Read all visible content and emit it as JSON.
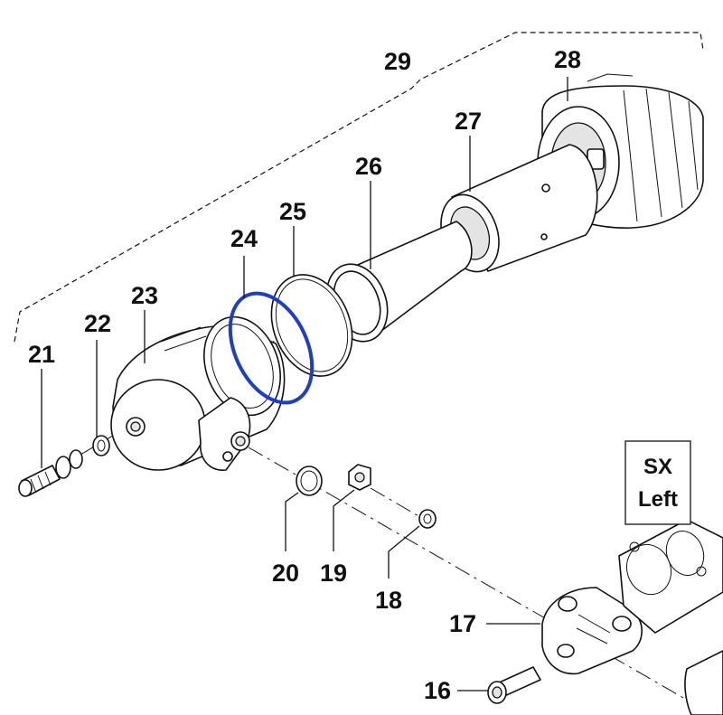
{
  "side_box": {
    "line1": "SX",
    "line2": "Left"
  },
  "highlight_color": "#1f3fbf",
  "callouts": {
    "c16": "16",
    "c17": "17",
    "c18": "18",
    "c19": "19",
    "c20": "20",
    "c21": "21",
    "c22": "22",
    "c23": "23",
    "c24": "24",
    "c25": "25",
    "c26": "26",
    "c27": "27",
    "c28": "28",
    "c29": "29"
  }
}
